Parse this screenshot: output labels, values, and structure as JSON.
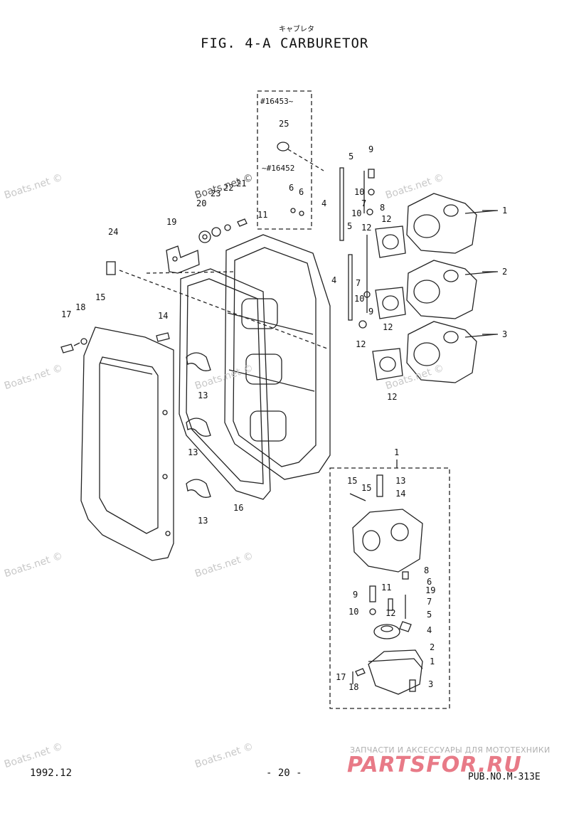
{
  "header": {
    "kana": "キャブレタ",
    "title": "FIG.  4-A CARBURETOR"
  },
  "serial_labels": {
    "from": "#16453~",
    "to": "~#16452"
  },
  "callouts": {
    "c1": "1",
    "c2": "2",
    "c3": "3",
    "c4a": "4",
    "c4b": "4",
    "c5a": "5",
    "c5b": "5",
    "c6a": "6",
    "c6b": "6",
    "c7a": "7",
    "c7b": "7",
    "c8": "8",
    "c9a": "9",
    "c9b": "9",
    "c10a": "10",
    "c10b": "10",
    "c10c": "10",
    "c11": "11",
    "c12a": "12",
    "c12b": "12",
    "c12c": "12",
    "c12d": "12",
    "c12e": "12",
    "c13a": "13",
    "c13b": "13",
    "c13c": "13",
    "c14": "14",
    "c15": "15",
    "c16": "16",
    "c17": "17",
    "c18": "18",
    "c19": "19",
    "c20": "20",
    "c21": "21",
    "c22": "22",
    "c23": "23",
    "c24": "24",
    "c25": "25"
  },
  "detail_callouts": {
    "d1": "1",
    "d13": "13",
    "d14": "14",
    "d15a": "15",
    "d15b": "15",
    "d8": "8",
    "d6": "6",
    "d19": "19",
    "d7": "7",
    "d5": "5",
    "d4": "4",
    "d9": "9",
    "d11": "11",
    "d10": "10",
    "d12": "12",
    "d2": "2",
    "d1b": "1",
    "d3": "3",
    "d17": "17",
    "d18": "18"
  },
  "footer": {
    "date": "1992.12",
    "page": "- 20 -",
    "pub": "PUB.NO.M-313E"
  },
  "watermarks": {
    "site": "Boats.net ©",
    "shop_tagline": "ЗАПЧАСТИ И АКСЕССУАРЫ ДЛЯ МОТОТЕХНИКИ",
    "shop_name": "PARTSFOR.RU"
  }
}
